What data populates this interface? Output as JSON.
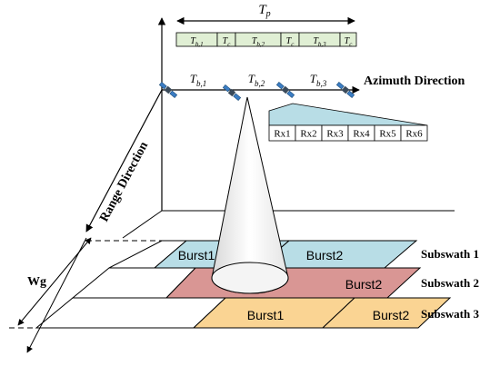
{
  "timeline": {
    "tp_label": "T",
    "tp_sub": "p",
    "segments": [
      {
        "main": "T",
        "sub": "b,1"
      },
      {
        "main": "T",
        "sub": "c"
      },
      {
        "main": "T",
        "sub": "b,2"
      },
      {
        "main": "T",
        "sub": "c"
      },
      {
        "main": "T",
        "sub": "b,3"
      },
      {
        "main": "T",
        "sub": "c"
      }
    ]
  },
  "axis_labels": {
    "azimuth": "Azimuth Direction",
    "range": "Range Direction",
    "wg": "Wg"
  },
  "track_labels": [
    {
      "main": "T",
      "sub": "b,1"
    },
    {
      "main": "T",
      "sub": "b,2"
    },
    {
      "main": "T",
      "sub": "b,3"
    }
  ],
  "receivers": [
    "Rx1",
    "Rx2",
    "Rx3",
    "Rx4",
    "Rx5",
    "Rx6"
  ],
  "bursts": {
    "row1": [
      "Burst1",
      "Burst2"
    ],
    "row2": [
      "Burst2"
    ],
    "row3": [
      "Burst1",
      "Burst2"
    ]
  },
  "subswaths": [
    "Subswath 1",
    "Subswath 2",
    "Subswath 3"
  ],
  "colors": {
    "subswath1": "#b8dde6",
    "subswath2": "#d99694",
    "subswath3": "#fad493",
    "timeline_fill": "#e0efd4",
    "rx_fan": "#b8dde6",
    "line": "#000000"
  }
}
